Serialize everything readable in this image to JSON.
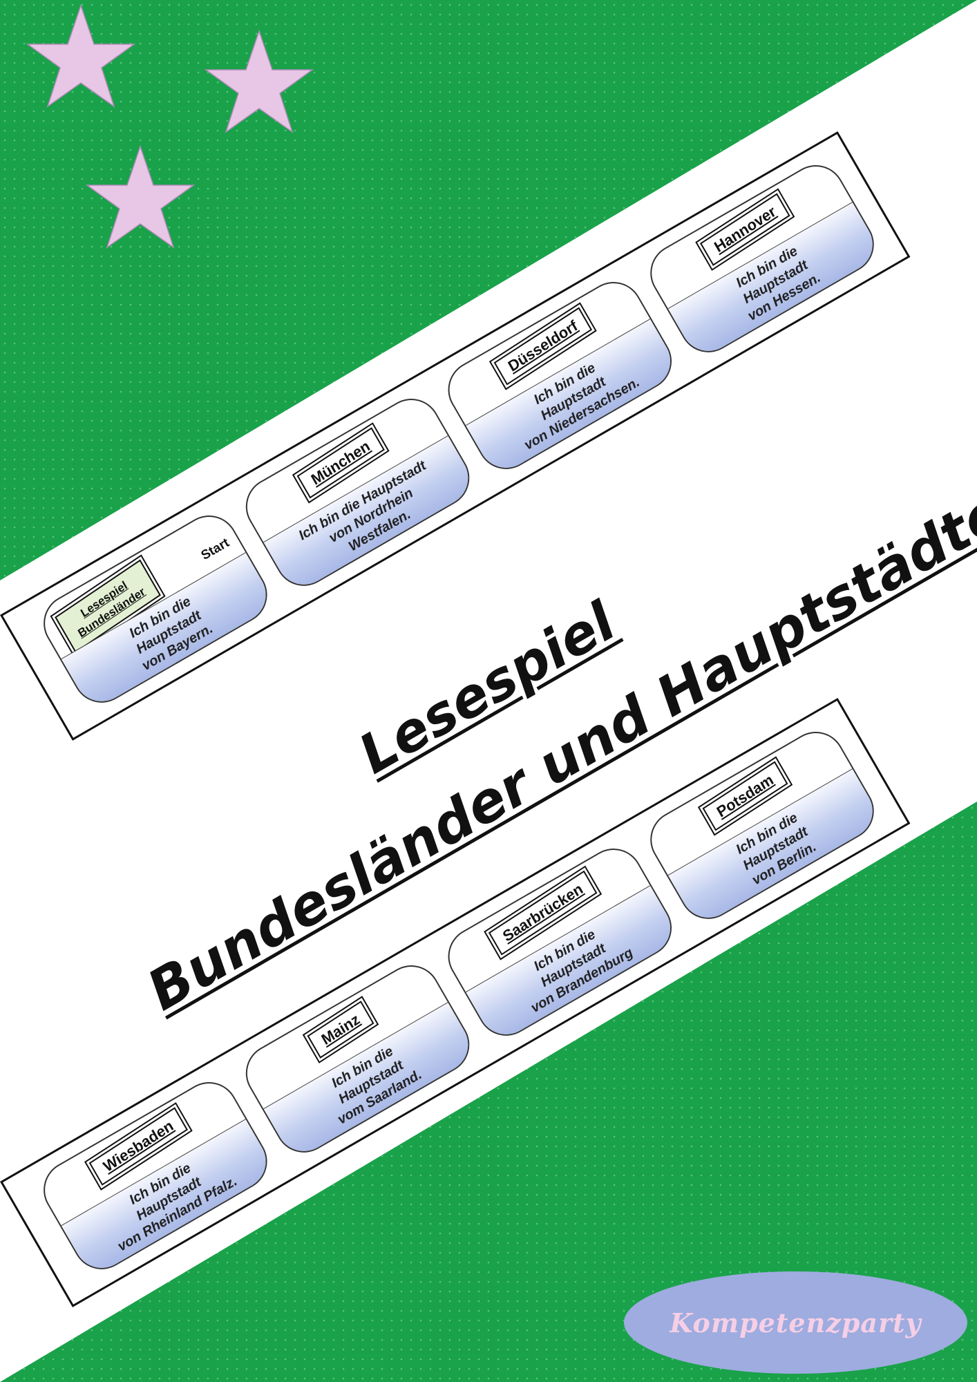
{
  "colors": {
    "green": "#1aa24a",
    "star": "#e8c6e6",
    "brand_oval": "#9eacdf",
    "brand_text": "#f6cfe6",
    "card_gradient": "#b6c4ec"
  },
  "title": {
    "line1": "Lesespiel",
    "line2": "Bundesländer und Hauptstädte"
  },
  "strip_top": [
    {
      "name_line1": "Lesespiel",
      "name_line2": "Bundesländer",
      "start": "Start",
      "cap1": "Ich bin die",
      "cap2": "Hauptstadt",
      "cap3": "von Bayern."
    },
    {
      "name": "München",
      "cap1": "Ich bin die Hauptstadt",
      "cap2": "von Nordrhein",
      "cap3": "Westfalen."
    },
    {
      "name": "Düsseldorf",
      "cap1": "Ich bin die",
      "cap2": "Hauptstadt",
      "cap3": "von Niedersachsen."
    },
    {
      "name": "Hannover",
      "cap1": "Ich bin die",
      "cap2": "Hauptstadt",
      "cap3": "von Hessen."
    }
  ],
  "strip_bottom": [
    {
      "name": "Wiesbaden",
      "cap1": "Ich bin die",
      "cap2": "Hauptstadt",
      "cap3": "von Rheinland Pfalz."
    },
    {
      "name": "Mainz",
      "cap1": "Ich bin die",
      "cap2": "Hauptstadt",
      "cap3": "vom Saarland."
    },
    {
      "name": "Saarbrücken",
      "cap1": "Ich bin die",
      "cap2": "Hauptstadt",
      "cap3": "von Brandenburg"
    },
    {
      "name": "Potsdam",
      "cap1": "Ich bin die",
      "cap2": "Hauptstadt",
      "cap3": "von Berlin."
    }
  ],
  "brand": "Kompetenzparty"
}
